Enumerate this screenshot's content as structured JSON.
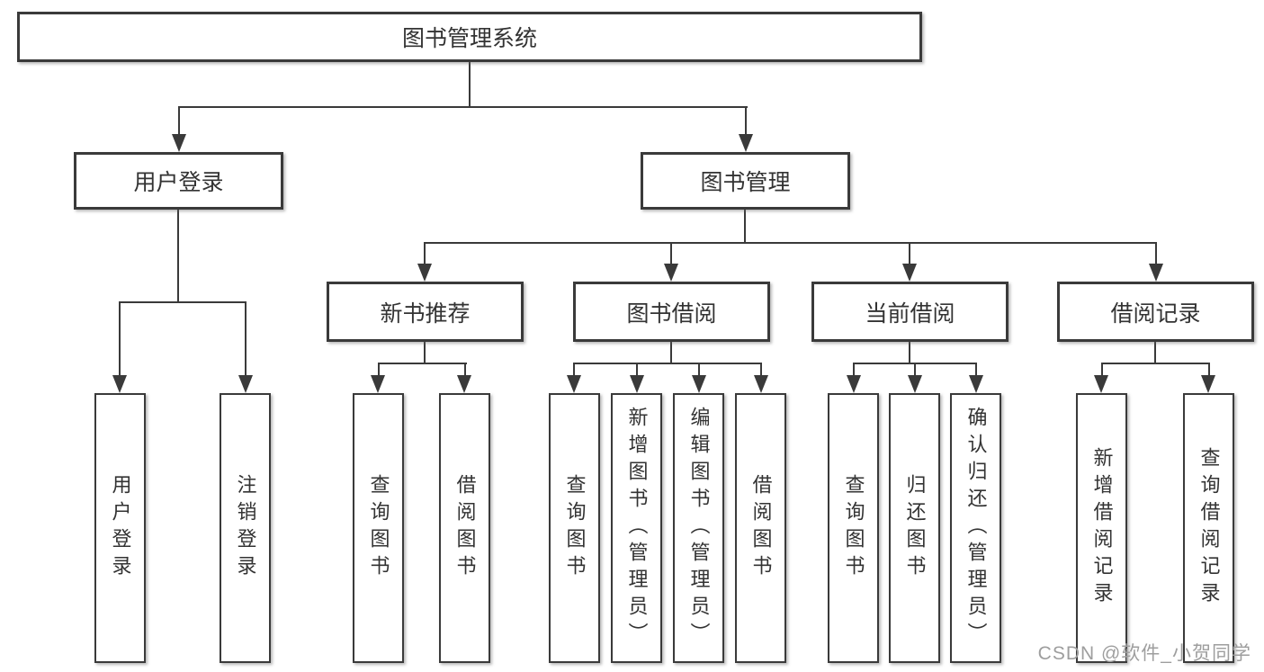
{
  "diagram": {
    "root": {
      "label": "图书管理系统"
    },
    "branches": [
      {
        "label": "用户登录",
        "children": [
          {
            "label": "用户登录"
          },
          {
            "label": "注销登录"
          }
        ]
      },
      {
        "label": "图书管理",
        "sections": [
          {
            "label": "新书推荐",
            "children": [
              {
                "label": "查询图书"
              },
              {
                "label": "借阅图书"
              }
            ]
          },
          {
            "label": "图书借阅",
            "children": [
              {
                "label": "查询图书"
              },
              {
                "label": "新增图书（管理员）"
              },
              {
                "label": "编辑图书（管理员）"
              },
              {
                "label": "借阅图书"
              }
            ]
          },
          {
            "label": "当前借阅",
            "children": [
              {
                "label": "查询图书"
              },
              {
                "label": "归还图书"
              },
              {
                "label": "确认归还（管理员）"
              }
            ]
          },
          {
            "label": "借阅记录",
            "children": [
              {
                "label": "新增借阅记录"
              },
              {
                "label": "查询借阅记录"
              }
            ]
          }
        ]
      }
    ],
    "watermark": "CSDN @软件_小贺同学",
    "colors": {
      "line": "#3a3a3a",
      "text": "#333333",
      "background": "#ffffff",
      "watermark": "#9e9e9e"
    }
  }
}
